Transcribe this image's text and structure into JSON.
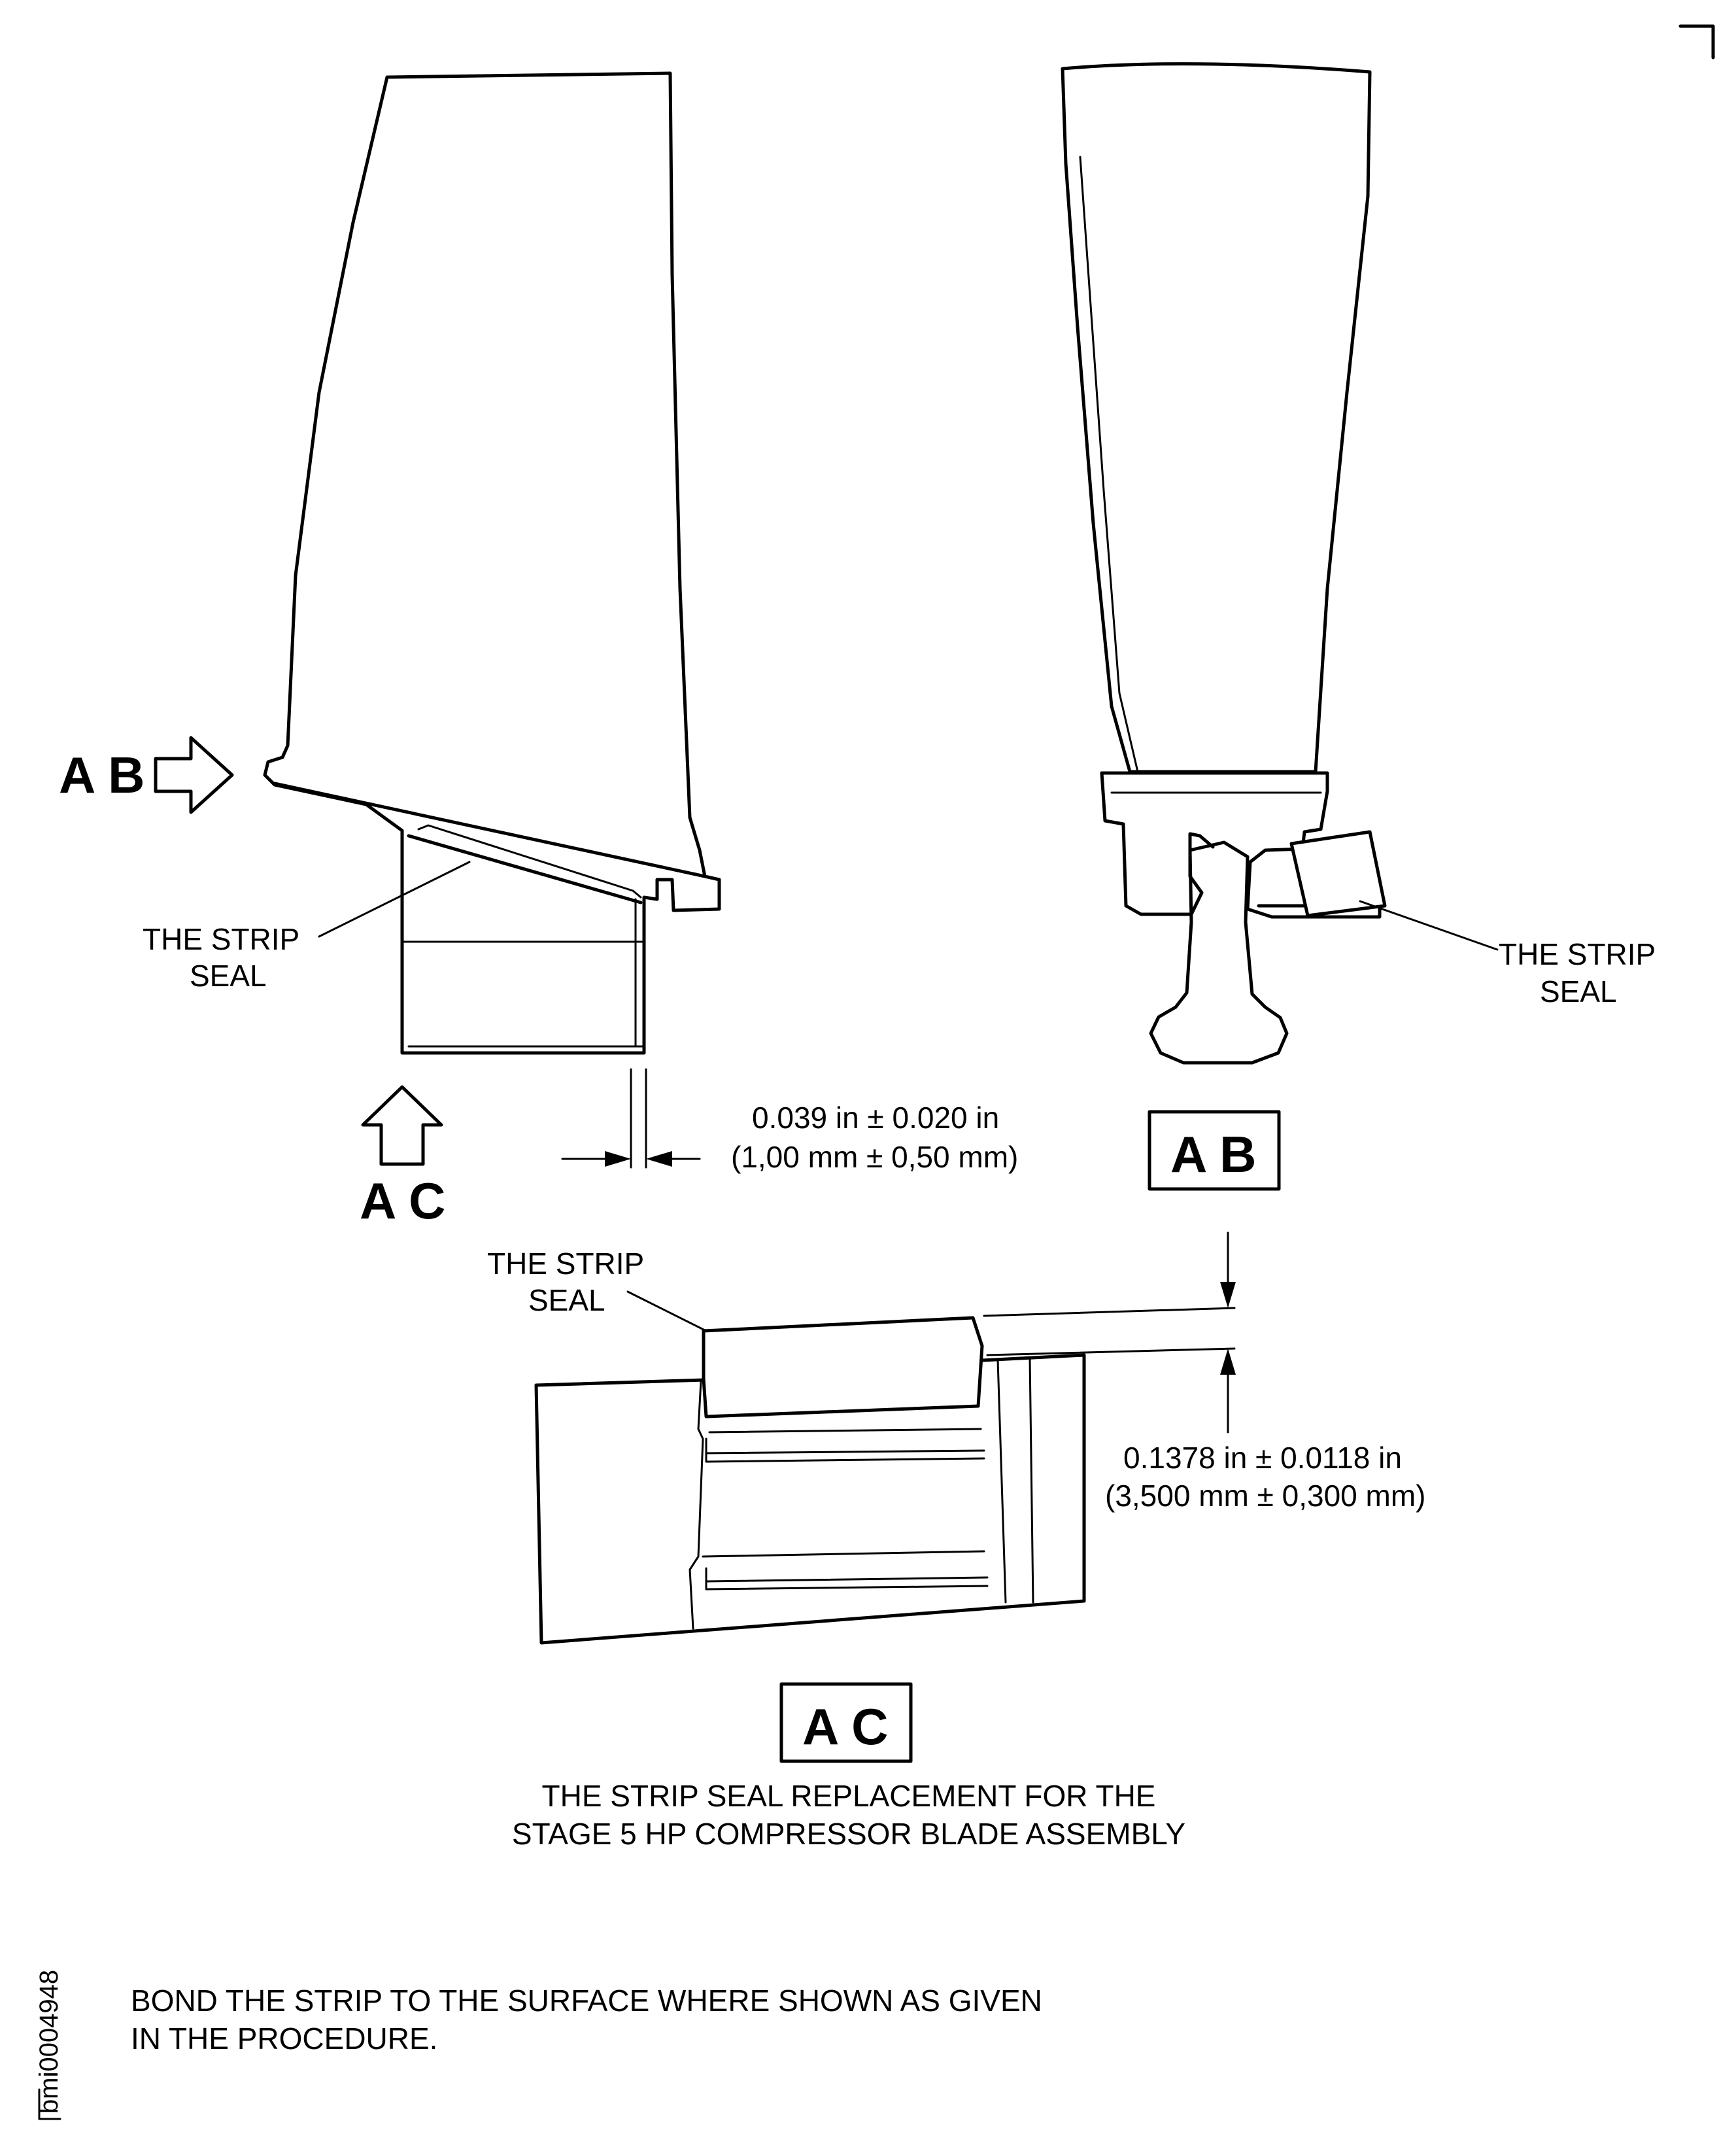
{
  "views": {
    "left_arrow_label": "A B",
    "bottom_arrow_label": "A C",
    "box_ab": "A B",
    "box_ac": "A C"
  },
  "labels": {
    "strip_seal_left": [
      "THE STRIP",
      "SEAL"
    ],
    "strip_seal_right": [
      "THE STRIP",
      "SEAL"
    ],
    "strip_seal_detail": [
      "THE STRIP",
      "SEAL"
    ]
  },
  "dimensions": {
    "gap_in": "0.039 in ± 0.020 in",
    "gap_mm": "(1,00 mm ± 0,50 mm)",
    "height_in": "0.1378 in ± 0.0118 in",
    "height_mm": "(3,500 mm ± 0,300 mm)"
  },
  "caption": {
    "line1": "THE STRIP SEAL REPLACEMENT FOR THE",
    "line2": "STAGE 5 HP COMPRESSOR BLADE ASSEMBLY"
  },
  "note": {
    "line1": "BOND THE STRIP TO THE SURFACE WHERE SHOWN AS GIVEN",
    "line2": "IN THE PROCEDURE."
  },
  "figure_id": "bmi0004948"
}
